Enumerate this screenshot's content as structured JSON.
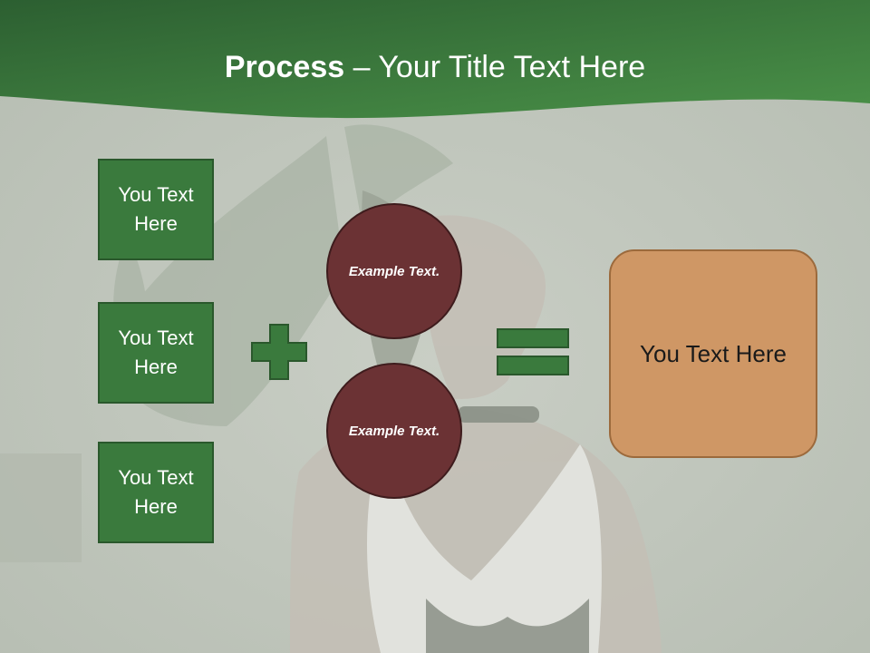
{
  "slide": {
    "title_bold": "Process",
    "title_rest": " – Your Title Text Here"
  },
  "left_boxes": [
    {
      "label": "You Text Here"
    },
    {
      "label": "You Text Here"
    },
    {
      "label": "You Text Here"
    }
  ],
  "circles": [
    {
      "label": "Example Text."
    },
    {
      "label": "Example Text."
    }
  ],
  "result_box": {
    "label": "You Text Here"
  },
  "icons": {
    "plus": "plus-icon",
    "equals": "equals-icon"
  },
  "colors": {
    "header_green": "#3f8a45",
    "box_green": "#3a7a3d",
    "circle_maroon": "#6b3234",
    "result_orange": "#cf9765",
    "background": "#c7ccc3"
  }
}
